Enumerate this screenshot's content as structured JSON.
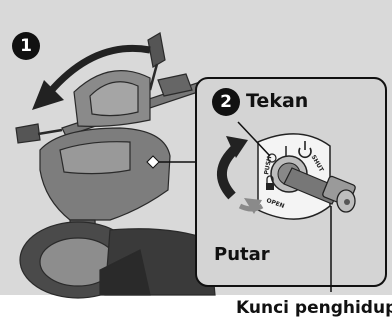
{
  "steps": [
    {
      "number": "1"
    },
    {
      "number": "2",
      "label": "Tekan"
    }
  ],
  "rotate_label": "Putar",
  "key_label": "Kunci penghidup",
  "lock_marks": {
    "push": "PUSH",
    "shut": "SHUT",
    "open": "OPEN"
  },
  "icons": [
    "curved-arrow-left-icon",
    "rotate-arrow-icon",
    "power-icon",
    "lock-icon"
  ],
  "colors": {
    "background": "#d9d9d9",
    "panel": "#d4d4d4",
    "panel_border": "#111111",
    "arrow": "#222222"
  }
}
